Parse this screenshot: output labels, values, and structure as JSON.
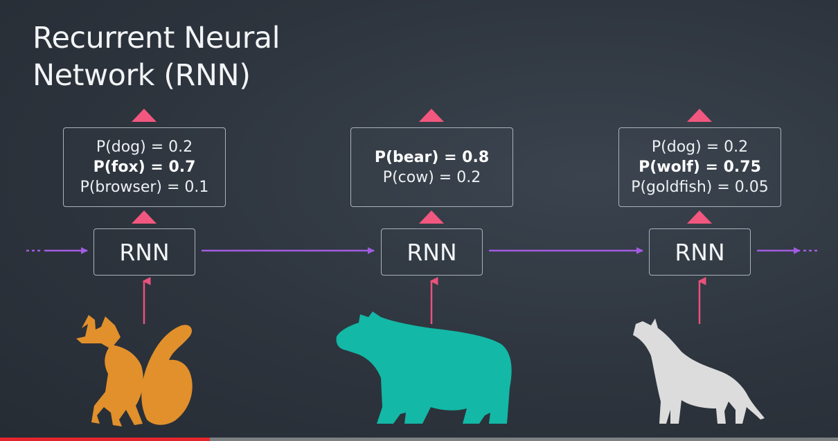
{
  "title": {
    "line1": "Recurrent Neural",
    "line2": "Network (RNN)"
  },
  "cells": [
    {
      "rnn_label": "RNN",
      "input_icon": "fox-icon",
      "outputs": [
        {
          "text": "P(dog) = 0.2",
          "bold": false
        },
        {
          "text": "P(fox) = 0.7",
          "bold": true
        },
        {
          "text": "P(browser) = 0.1",
          "bold": false
        }
      ]
    },
    {
      "rnn_label": "RNN",
      "input_icon": "bear-icon",
      "outputs": [
        {
          "text": "P(bear) = 0.8",
          "bold": true
        },
        {
          "text": "P(cow) = 0.2",
          "bold": false
        }
      ]
    },
    {
      "rnn_label": "RNN",
      "input_icon": "wolf-icon",
      "outputs": [
        {
          "text": "P(dog) = 0.2",
          "bold": false
        },
        {
          "text": "P(wolf) = 0.75",
          "bold": true
        },
        {
          "text": "P(goldfish) = 0.05",
          "bold": false
        }
      ]
    }
  ],
  "colors": {
    "recurrent_arrow": "#a35ce0",
    "input_arrow": "#e8527c",
    "output_triangle": "#f2577f",
    "fox": "#e2902b",
    "bear": "#13b8a6",
    "wolf": "#dcdcdc",
    "progress_fill": "#e3262d"
  },
  "video_progress": 0.25
}
